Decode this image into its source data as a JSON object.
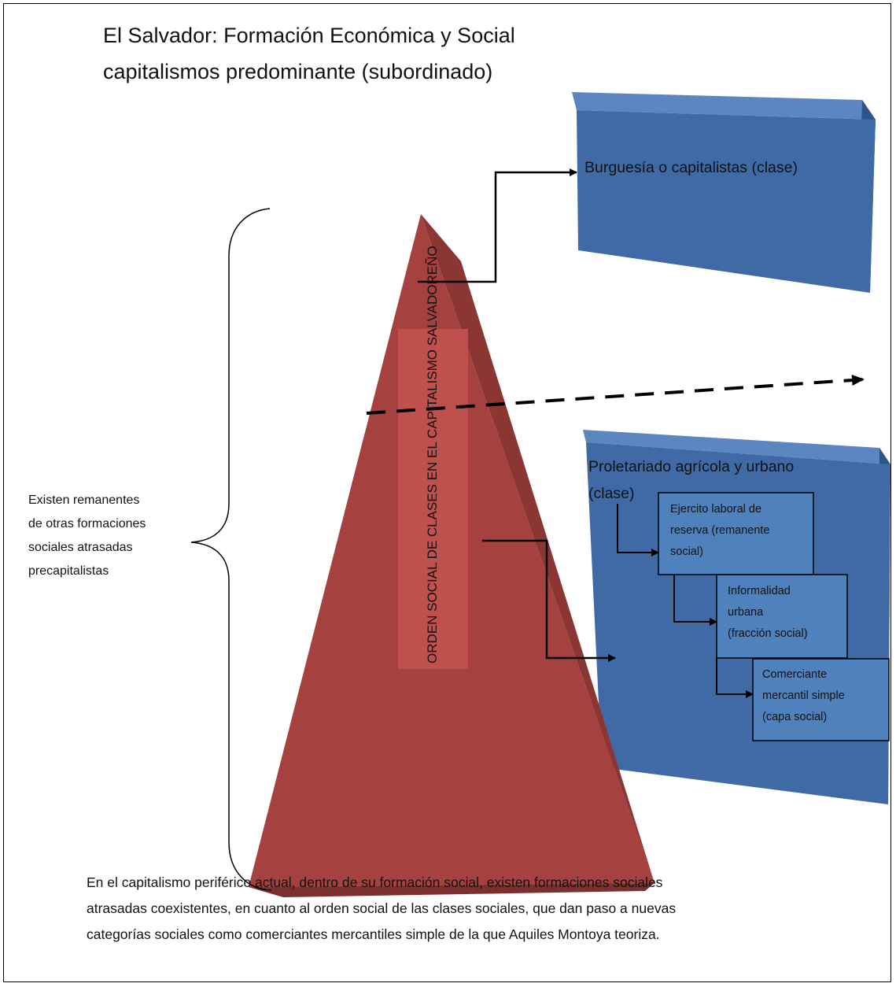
{
  "title": {
    "line1": "El Salvador:  Formación  Económica  y  Social",
    "line2": "capitalismos predominante  (subordinado)"
  },
  "pyramid": {
    "label": "ORDEN SOCIAL DE CLASES EN EL CAPITALISMO SALVADOREÑO",
    "color": "#a5413f",
    "band_color": "#c0504d"
  },
  "boxes": {
    "color": "#3f6aa6",
    "burguesia": "Burguesía o capitalistas  (clase)",
    "proletariado": {
      "line1": "Proletariado agrícola y urbano",
      "line2": "(clase)"
    },
    "ejercito": [
      "Ejercito laboral de",
      "reserva (remanente",
      "social)"
    ],
    "informalidad": [
      "Informalidad",
      "urbana",
      "(fracción social)"
    ],
    "comerciante": [
      "Comerciante",
      "mercantil simple",
      "(capa social)"
    ]
  },
  "left_note": [
    "Existen remanentes",
    "de otras formaciones",
    "sociales atrasadas",
    "precapitalistas"
  ],
  "footer": [
    "En el capitalismo periférico actual, dentro de su formación social, existen formaciones sociales",
    "atrasadas coexistentes, en cuanto al orden social de las clases sociales, que dan paso a nuevas",
    "categorías sociales como comerciantes mercantiles simple de la que  Aquiles Montoya teoriza."
  ]
}
